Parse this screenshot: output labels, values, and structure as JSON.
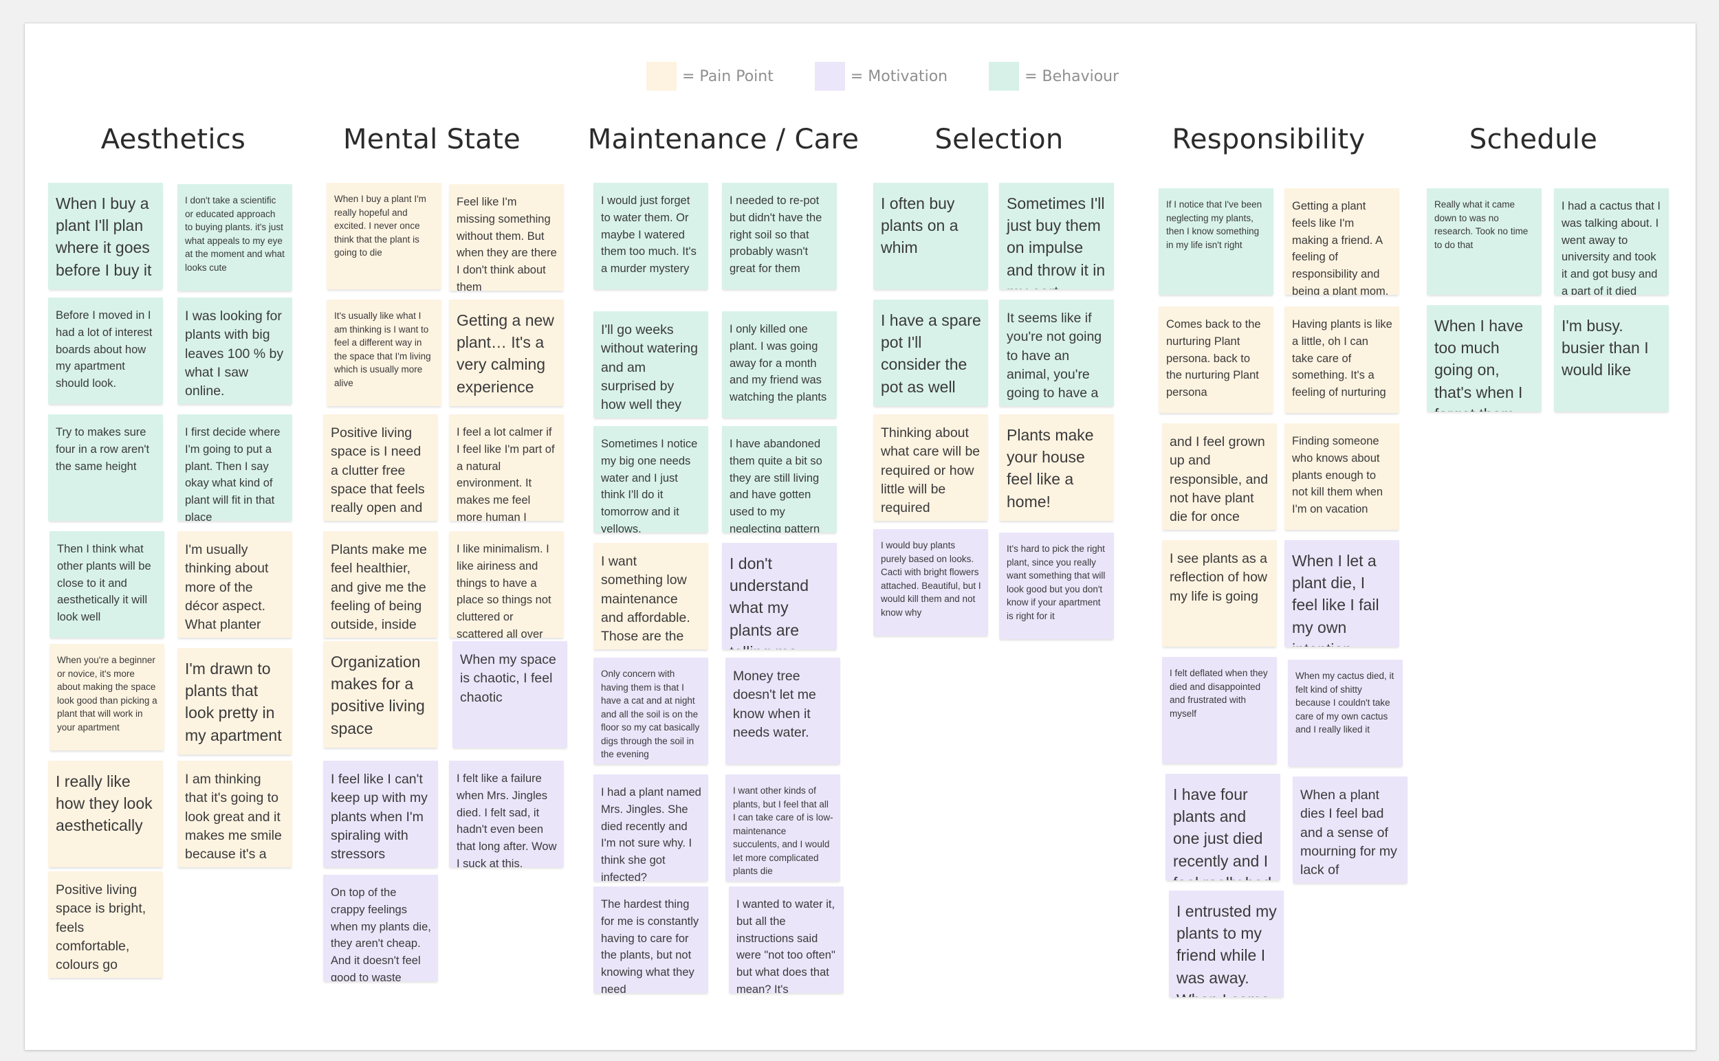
{
  "legend": [
    {
      "label": "= Pain Point",
      "type": "pain"
    },
    {
      "label": "= Motivation",
      "type": "mot"
    },
    {
      "label": "= Behaviour",
      "type": "beh"
    }
  ],
  "columns": [
    {
      "title": "Aesthetics",
      "notes": [
        {
          "text": "When I buy a plant I'll plan where it goes before I buy it",
          "type": "beh"
        },
        {
          "text": "I don't take a scientific or educated approach to buying plants. it's just what appeals to my eye at the moment and what looks cute",
          "type": "beh"
        },
        {
          "text": "Before I moved in I had a lot of interest boards about how my apartment should look.",
          "type": "beh"
        },
        {
          "text": "I was looking for plants with big leaves 100 % by what I saw online.",
          "type": "beh"
        },
        {
          "text": "Try to makes sure four in a row aren't the same height",
          "type": "beh"
        },
        {
          "text": "I first decide where I'm going to put a plant. Then I say okay what kind of plant will fit in that place",
          "type": "beh"
        },
        {
          "text": "Then I think what other plants will be close to it and aesthetically it will look well",
          "type": "beh"
        },
        {
          "text": "I'm usually thinking about more of the décor aspect. What planter and what names",
          "type": "pain"
        },
        {
          "text": "When you're a beginner or novice, it's more about making the space look good than picking a plant that will work in your apartment",
          "type": "pain"
        },
        {
          "text": "I'm drawn to plants that look pretty in my apartment",
          "type": "pain"
        },
        {
          "text": "I really like how they look aesthetically",
          "type": "pain"
        },
        {
          "text": "I am thinking that it's going to look great and it makes me smile because it's a refreshing thing",
          "type": "pain"
        },
        {
          "text": "Positive living space is bright, feels comfortable, colours go together harmoniously",
          "type": "pain"
        }
      ]
    },
    {
      "title": "Mental State",
      "notes": [
        {
          "text": "When I buy a plant I'm really hopeful and excited. I never once think that the plant is going to die",
          "type": "pain"
        },
        {
          "text": "Feel like I'm missing something without them. But when they are there I don't think about them",
          "type": "pain"
        },
        {
          "text": "It's usually like what I am thinking is I want to feel a different way in the space that I'm living which is usually more alive",
          "type": "pain"
        },
        {
          "text": "Getting a new plant… It's a very calming experience",
          "type": "pain"
        },
        {
          "text": "Positive living space is I need a clutter free space that feels really open and light",
          "type": "pain"
        },
        {
          "text": "I feel a lot calmer if I feel like I'm part of a natural environment. It makes me feel more human I suppose",
          "type": "pain"
        },
        {
          "text": "Plants make me feel healthier, and give me the feeling of being outside, inside",
          "type": "pain"
        },
        {
          "text": "I like minimalism. I like airiness and things to have a place so things not cluttered or scattered all over the place",
          "type": "pain"
        },
        {
          "text": "Organization makes for a positive living space",
          "type": "pain"
        },
        {
          "text": "When my space is chaotic, I feel chaotic",
          "type": "mot"
        },
        {
          "text": "I feel like I can't keep up with my plants  when I'm spiraling with stressors",
          "type": "mot"
        },
        {
          "text": "I felt like a failure when Mrs. Jingles died. I felt sad, it hadn't even been that long after. Wow I suck at this, feeling",
          "type": "mot"
        },
        {
          "text": "On top of the crappy feelings when my plants die, they aren't cheap. And it doesn't feel good to waste money",
          "type": "mot"
        }
      ]
    },
    {
      "title": "Maintenance / Care",
      "notes": [
        {
          "text": "I would just forget to water them. Or maybe I watered them too much. It's a murder mystery",
          "type": "beh"
        },
        {
          "text": "I needed to re-pot but didn't have the right soil so that probably wasn't great for them",
          "type": "beh"
        },
        {
          "text": "I'll go weeks without watering and am surprised by how well they are doing",
          "type": "beh"
        },
        {
          "text": "I only killed one plant. I was going away for a month and my friend was watching the plants",
          "type": "beh"
        },
        {
          "text": "Sometimes I notice my big one needs water and I just think I'll do it tomorrow and it yellows.",
          "type": "beh"
        },
        {
          "text": "I have abandoned them quite a bit so they are still living and have gotten used to my neglecting pattern",
          "type": "beh"
        },
        {
          "text": "I want something low maintenance and affordable. Those are the main things",
          "type": "pain"
        },
        {
          "text": "I don't understand what my plants are telling me",
          "type": "mot"
        },
        {
          "text": "Only concern with having them is that I have a cat and at night and all the soil is on the floor so my cat basically digs through the soil in the evening",
          "type": "mot"
        },
        {
          "text": "Money tree doesn't let me know when it needs water.",
          "type": "mot"
        },
        {
          "text": "I had a plant named Mrs. Jingles. She died recently and I'm not sure why. I think she got infected?",
          "type": "mot"
        },
        {
          "text": "I want other kinds of plants, but I feel that all I can take care of is low-maintenance succulents, and I would let more complicated plants die",
          "type": "mot"
        },
        {
          "text": "The hardest thing for me is constantly having to care for the plants, but not knowing what they need",
          "type": "mot"
        },
        {
          "text": "I wanted to water it, but all the instructions said were \"not too often\" but what does that mean? It's ambiguous",
          "type": "mot"
        }
      ]
    },
    {
      "title": "Selection",
      "notes": [
        {
          "text": "I often buy plants on a whim",
          "type": "beh"
        },
        {
          "text": "Sometimes I'll just buy them on impulse and throw it in my cart.",
          "type": "beh"
        },
        {
          "text": "I have a spare pot I'll consider the pot as well",
          "type": "beh"
        },
        {
          "text": "It seems like if you're not going to have an animal, you're going to have a plant",
          "type": "beh"
        },
        {
          "text": "Thinking about what care will be required or how little will be required",
          "type": "pain"
        },
        {
          "text": "Plants make your house feel like a home!",
          "type": "pain"
        },
        {
          "text": "I would buy plants purely based on looks. Cacti with bright flowers attached. Beautiful, but I would kill them and not know why",
          "type": "mot"
        },
        {
          "text": "It's hard to pick the right plant, since you really want something that will look good but you don't know if your apartment is right for it",
          "type": "mot"
        }
      ]
    },
    {
      "title": "Responsibility",
      "notes": [
        {
          "text": "If I notice that I've been neglecting my plants, then I know something in my life isn't right",
          "type": "beh"
        },
        {
          "text": "Getting a plant feels like I'm making a friend. A feeling of responsibility and being a plant mom.",
          "type": "pain"
        },
        {
          "text": "Comes back to the nurturing Plant persona. back to the nurturing Plant persona",
          "type": "pain"
        },
        {
          "text": "Having plants is like a little, oh I can take care of something. It's a feeling of nurturing",
          "type": "pain"
        },
        {
          "text": "and I feel grown up and responsible, and not have plant die for once",
          "type": "pain"
        },
        {
          "text": "Finding someone who knows about plants enough to not kill them when I'm on vacation",
          "type": "pain"
        },
        {
          "text": "I see plants as a reflection of how my life is going",
          "type": "pain"
        },
        {
          "text": "When I let a plant die, I feel like I fail my own intention",
          "type": "mot"
        },
        {
          "text": "I felt deflated when they died and disappointed and frustrated with myself",
          "type": "mot"
        },
        {
          "text": "When my cactus died,  it felt kind of shitty because I couldn't take care of my own cactus and I really liked it",
          "type": "mot"
        },
        {
          "text": "I have four plants and one just died recently and I feel really bad about",
          "type": "mot"
        },
        {
          "text": "When a plant dies I feel bad and a sense of mourning for my lack of responsibility",
          "type": "mot"
        },
        {
          "text": "I entrusted my plants to my friend while I was away. When I came back one of them was dead",
          "type": "mot"
        }
      ]
    },
    {
      "title": "Schedule",
      "notes": [
        {
          "text": "Really what it came down to was no research. Took no time to do that",
          "type": "beh"
        },
        {
          "text": "I had a cactus that I was talking about. I went away to university and took it and got busy and a part of it died",
          "type": "beh"
        },
        {
          "text": "When I have too much going on, that's when I forget them",
          "type": "beh"
        },
        {
          "text": "I'm busy. busier than I would like",
          "type": "beh"
        }
      ]
    }
  ]
}
